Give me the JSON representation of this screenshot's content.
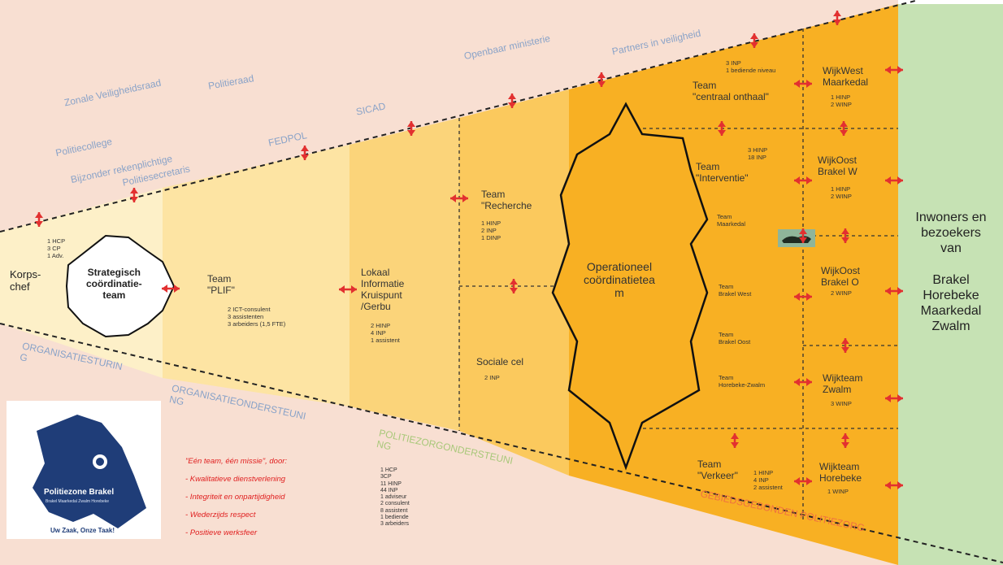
{
  "colors": {
    "peach": "#f8dfd2",
    "pale_yellow": "#fdf0c8",
    "light_yellow": "#fde4a3",
    "mid_yellow": "#fbd47a",
    "yellow": "#fbc95d",
    "orange": "#f8b023",
    "green": "#c6e2b4",
    "arrow": "#e23030",
    "label_blue": "#8aa3c8",
    "orange_label": "#f07040",
    "green_label": "#a9c87a"
  },
  "outside_labels": {
    "zonale_veiligheidsraad": "Zonale Veiligheidsraad",
    "politieraad": "Politieraad",
    "politiecollege": "Politiecollege",
    "bijzonder_rekenplichtige": "Bijzonder rekenplichtige",
    "politiesecretaris": "Politiesecretaris",
    "fedpol": "FEDPOL",
    "sicad": "SICAD",
    "openbaar_ministerie": "Openbaar ministerie",
    "partners_in_veiligheid": "Partners in veiligheid"
  },
  "korpschef": {
    "staff": "1 HCP\n3 CP\n1 Adv.",
    "label": "Korps-\nchef"
  },
  "strategisch": "Strategisch\ncoördinatie-\nteam",
  "plif": {
    "title": "Team\n\"PLIF\"",
    "staff": "2 ICT-consulent\n3 assistenten\n3 arbeiders (1,5 FTE)"
  },
  "lik": {
    "title": "Lokaal\nInformatie\nKruispunt\n/Gerbu",
    "staff": "2 HINP\n4 INP\n1 assistent"
  },
  "recherche": {
    "title": "Team\n\"Recherche",
    "staff": "1 HINP\n2 INP\n1 DINP"
  },
  "sociale_cel": {
    "title": "Sociale cel",
    "staff": "2 INP"
  },
  "operationeel": "Operationeel\ncoördinatietea\nm",
  "centraal": {
    "title": "Team\n\"centraal onthaal\"",
    "staff": "3 INP\n1 bediende niveau"
  },
  "interventie": {
    "title": "Team\n\"Interventie\"",
    "staff": "3 HINP\n18 INP"
  },
  "sub_teams": {
    "maarkedal": "Team\nMaarkedal",
    "brakel_west": "Team\nBrakel West",
    "brakel_oost": "Team\nBrakel Oost",
    "horebeke_zwalm": "Team\nHorebeke-Zwalm"
  },
  "verkeer": {
    "title": "Team\n\"Verkeer\"",
    "staff": "1 HINP\n4 INP\n2 assistent"
  },
  "wijk": {
    "west_title": "WijkWest\nMaarkedal",
    "west_staff": "1 HINP\n2 WINP",
    "oost_w_title": "WijkOost\nBrakel W",
    "oost_w_staff": "1 HINP\n2 WINP",
    "oost_o_title": "WijkOost\nBrakel O",
    "oost_o_staff": "2 WINP",
    "zwalm_title": "Wijkteam\nZwalm",
    "zwalm_staff": "3 WINP",
    "horebeke_title": "Wijkteam\nHorebeke",
    "horebeke_staff": "1 WINP"
  },
  "inwoners": "Inwoners en\nbezoekers\nvan\n\nBrakel\nHorebeke\nMaarkedal\nZwalm",
  "bottom_labels": {
    "organisatiesturing": "ORGANISATIESTURIN\nG",
    "organisatieondersteuning": "ORGANISATIEONDERSTEUNI\nNG",
    "politiezorgondersteuning": "POLITIEZORGONDERSTEUNI\nNG",
    "gebiedsgebonden": "GEBIEDSGEBONDEN POLITIEZORG"
  },
  "logo": {
    "zone_name": "Politiezone Brakel",
    "zone_towns": "Brakel Maarkedal Zwalm Horebeke",
    "slogan": "Uw Zaak, Onze Taak!"
  },
  "mission": {
    "title": "\"Eén team, één missie\", door:",
    "items": [
      "- Kwalitatieve dienstverlening",
      "- Integriteit en onpartijdigheid",
      "- Wederzijds respect",
      "- Positieve werksfeer"
    ]
  },
  "totals": "1 HCP\n3CP\n11 HINP\n44 INP\n1 adviseur\n2 consulent\n8 assistent\n1 bediende\n3 arbeiders"
}
